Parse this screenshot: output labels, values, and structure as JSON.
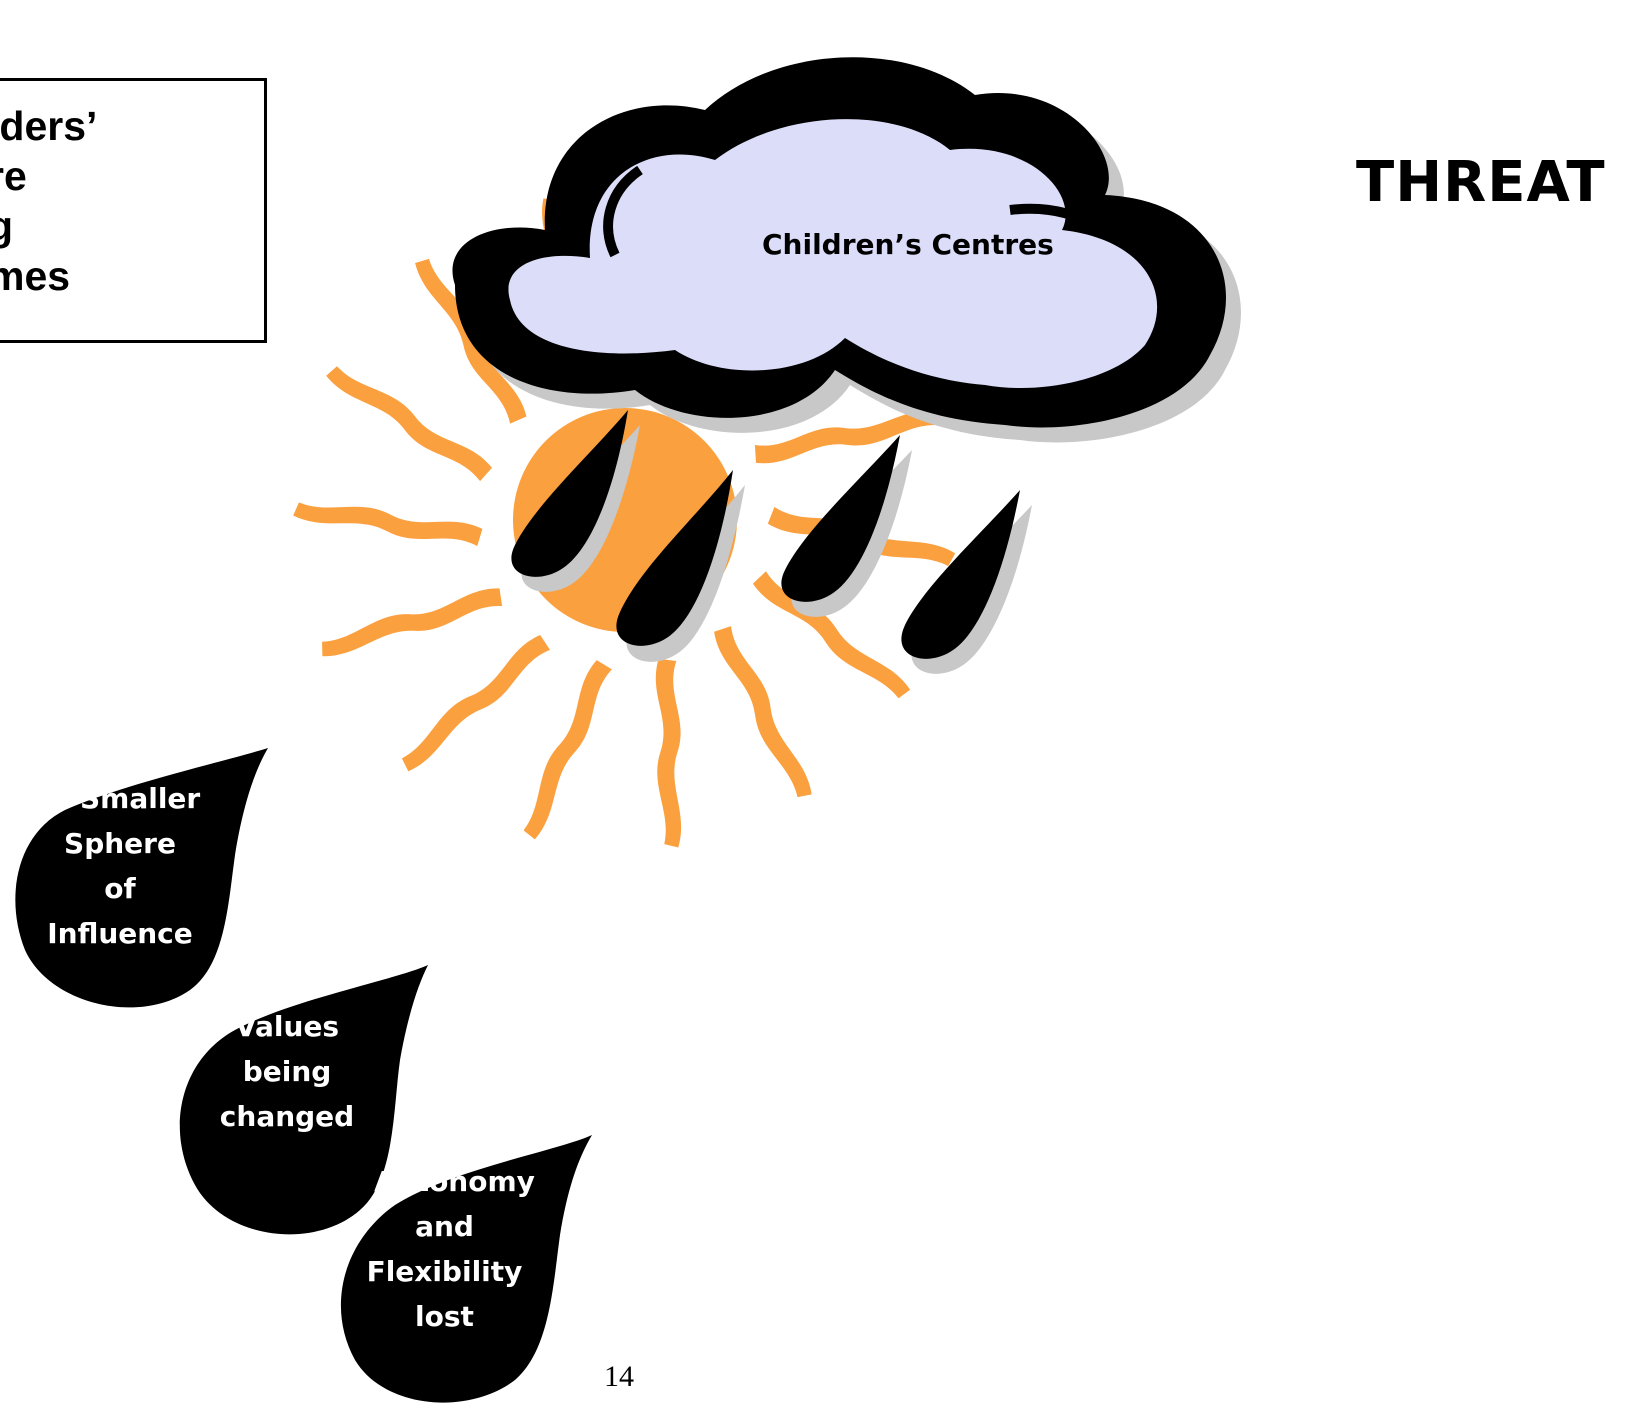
{
  "textbox": {
    "lines": [
      "olders’",
      "ure",
      "ng",
      "omes"
    ]
  },
  "heading": "THREAT",
  "cloud": {
    "label": "Children’s Centres"
  },
  "drops": [
    {
      "lines": [
        "Smaller",
        "Sphere",
        "of",
        "Influence"
      ]
    },
    {
      "lines": [
        "Values",
        "being",
        "changed"
      ]
    },
    {
      "lines": [
        "Autonomy",
        "and",
        "Flexibility",
        "lost"
      ]
    }
  ],
  "page_number": "14",
  "colors": {
    "sun": "#FBA03F",
    "cloud_fill": "#DCDDF8",
    "shadow": "#C8C8C8",
    "ink": "#000000"
  }
}
